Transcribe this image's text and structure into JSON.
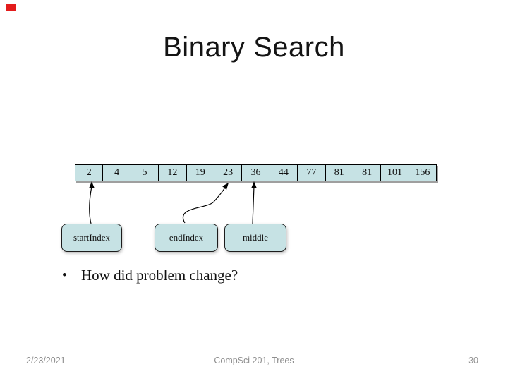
{
  "slide": {
    "title": "Binary Search",
    "bullet": {
      "marker": "•",
      "text": "How did problem change?"
    },
    "footer": {
      "date": "2/23/2021",
      "center": "CompSci 201, Trees",
      "page_number": "30"
    }
  },
  "diagram": {
    "array_values": [
      "2",
      "4",
      "5",
      "12",
      "19",
      "23",
      "36",
      "44",
      "77",
      "81",
      "81",
      "101",
      "156"
    ],
    "pointers": [
      {
        "label": "startIndex",
        "points_to": "2"
      },
      {
        "label": "endIndex",
        "points_to": "23"
      },
      {
        "label": "middle",
        "points_to": "36"
      }
    ],
    "colors": {
      "cell_fill": "#c6e2e4",
      "cell_border": "#000000",
      "shadow": "#9f9f9f",
      "corner_marker_red": "#e31c1c"
    }
  }
}
